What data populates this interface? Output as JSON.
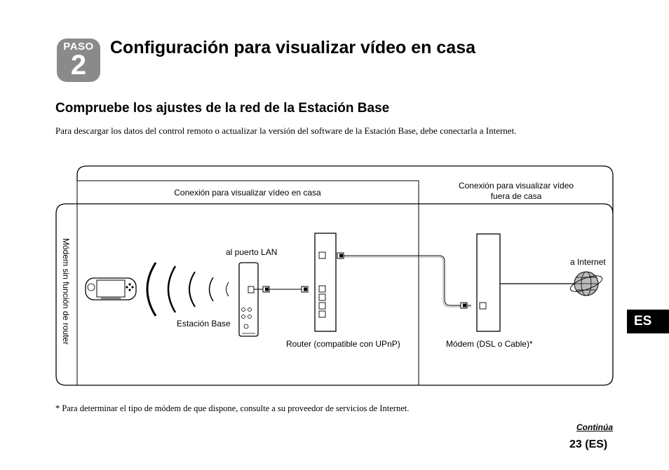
{
  "header": {
    "step_label": "PASO",
    "step_number": "2",
    "title": "Configuración para visualizar vídeo en casa"
  },
  "section": {
    "title": "Compruebe los ajustes de la red de la Estación Base",
    "intro": "Para descargar los datos del control remoto o actualizar la versión del software de la Estación Base, debe conectarla a Internet."
  },
  "diagram": {
    "zone_home_label": "Conexión para visualizar vídeo en casa",
    "zone_away_label_line1": "Conexión para visualizar vídeo",
    "zone_away_label_line2": "fuera de casa",
    "side_label": "Módem sin función de router",
    "lan_port_label": "al puerto LAN",
    "base_station_label": "Estación Base",
    "router_label": "Router (compatible con UPnP)",
    "modem_label": "Módem (DSL o Cable)*",
    "internet_label": "a Internet"
  },
  "footnote": "* Para determinar el tipo de módem de que dispone, consulte a su proveedor de servicios de Internet.",
  "footer": {
    "continued": "Continúa",
    "page_number": "23 (ES)"
  },
  "side_tab": "ES"
}
